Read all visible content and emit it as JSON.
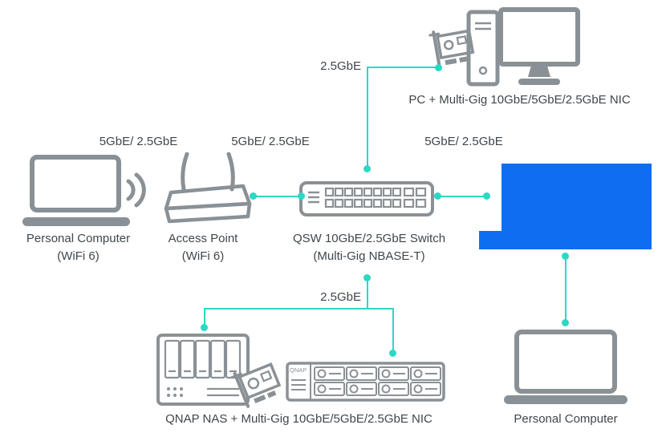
{
  "colors": {
    "line": "#2bd8c5",
    "icon": "#8a9196",
    "text": "#3f464b",
    "blue": "#0d6ef2"
  },
  "nodes": {
    "laptop_left": {
      "label": "Personal Computer\n(WiFi 6)"
    },
    "access_point": {
      "label": "Access Point\n(WiFi 6)"
    },
    "switch": {
      "label": "QSW 10GbE/2.5GbE Switch\n(Multi-Gig NBASE-T)"
    },
    "pc_nic": {
      "label": "PC + Multi-Gig 10GbE/5GbE/2.5GbE NIC"
    },
    "qnap_nas": {
      "label": "QNAP NAS + Multi-Gig 10GbE/5GbE/2.5GbE NIC"
    },
    "laptop_right": {
      "label": "Personal Computer"
    },
    "rack_nas": {
      "logo": "QNAP"
    }
  },
  "links": {
    "pc_to_switch": {
      "label": "2.5GbE"
    },
    "laptop_to_ap": {
      "label": "5GbE/ 2.5GbE"
    },
    "ap_to_switch": {
      "label": "5GbE/ 2.5GbE"
    },
    "switch_to_panel": {
      "label": "5GbE/ 2.5GbE"
    },
    "switch_to_nas": {
      "label": "2.5GbE"
    }
  }
}
